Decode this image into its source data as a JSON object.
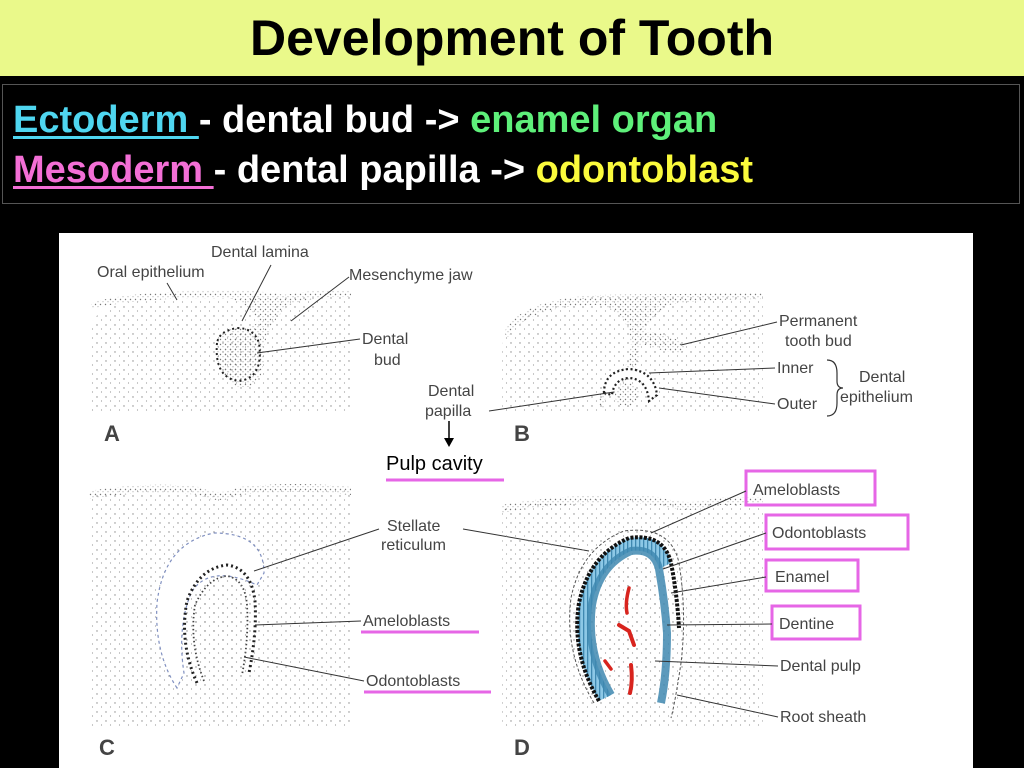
{
  "title": "Development of Tooth",
  "lines": [
    {
      "germ": "Ectoderm ",
      "germ_color": "#4fd6f0",
      "middle": " - dental bud -> ",
      "result": "enamel organ",
      "result_color": "#5ef07a"
    },
    {
      "germ": "Mesoderm ",
      "germ_color": "#f36fd6",
      "middle": "- dental papilla -> ",
      "result": "odontoblast",
      "result_color": "#fafa3c"
    }
  ],
  "panels": {
    "a": {
      "letter": "A",
      "oral_epithelium": "Oral epithelium",
      "dental_lamina": "Dental lamina",
      "mesenchyme_jaw": "Mesenchyme jaw",
      "dental_bud_1": "Dental",
      "dental_bud_2": "bud"
    },
    "b": {
      "letter": "B",
      "permanent_1": "Permanent",
      "permanent_2": "tooth bud",
      "inner": "Inner",
      "outer": "Outer",
      "dental_epi_1": "Dental",
      "dental_epi_2": "epithelium",
      "papilla_1": "Dental",
      "papilla_2": "papilla"
    },
    "pulp_cavity": "Pulp cavity",
    "c": {
      "letter": "C",
      "stellate_1": "Stellate",
      "stellate_2": "reticulum",
      "ameloblasts": "Ameloblasts",
      "odontoblasts": "Odontoblasts"
    },
    "d": {
      "letter": "D",
      "ameloblasts": "Ameloblasts",
      "odontoblasts": "Odontoblasts",
      "enamel": "Enamel",
      "dentine": "Dentine",
      "dental_pulp": "Dental pulp",
      "root_sheath": "Root sheath"
    }
  },
  "colors": {
    "highlight": "#e666e6",
    "enamel_blue": "#8cc8e6",
    "vessel_red": "#d8241e",
    "title_bg": "#eaf98a"
  }
}
